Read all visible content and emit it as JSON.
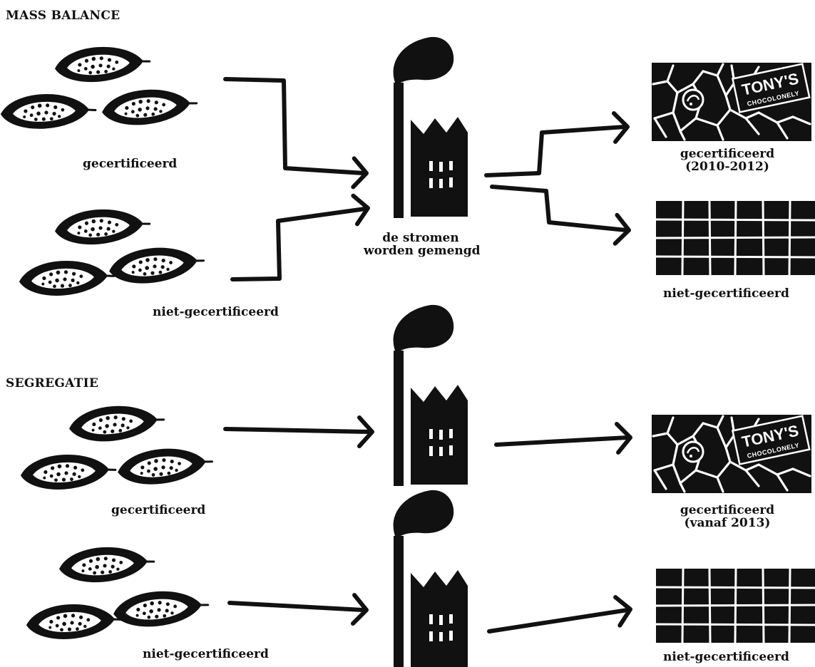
{
  "colors": {
    "ink": "#111111",
    "paper": "#ffffff"
  },
  "sections": {
    "mass_balance": {
      "heading": "MASS BALANCE",
      "beans_certified_label": "gecertificeerd",
      "beans_uncertified_label": "niet-gecertificeerd",
      "factory_label_line1": "de stromen",
      "factory_label_line2": "worden gemengd",
      "bar_certified_line1": "gecertificeerd",
      "bar_certified_line2": "(2010-2012)",
      "bar_uncertified_label": "niet-gecertificeerd"
    },
    "segregatie": {
      "heading": "SEGREGATIE",
      "beans_certified_label": "gecertificeerd",
      "beans_uncertified_label": "niet-gecertificeerd",
      "bar_certified_line1": "gecertificeerd",
      "bar_certified_line2": "(vanaf 2013)",
      "bar_uncertified_label": "niet-gecertificeerd"
    }
  },
  "icons": {
    "bean": "cocoa-bean-icon",
    "factory": "factory-icon",
    "arrow": "arrow-icon",
    "bar_certified": "certified-chocolate-bar-icon",
    "bar_plain": "plain-chocolate-bar-icon"
  },
  "bar_brand": {
    "line1": "TONY'S",
    "line2": "CHOCOLONELY"
  }
}
